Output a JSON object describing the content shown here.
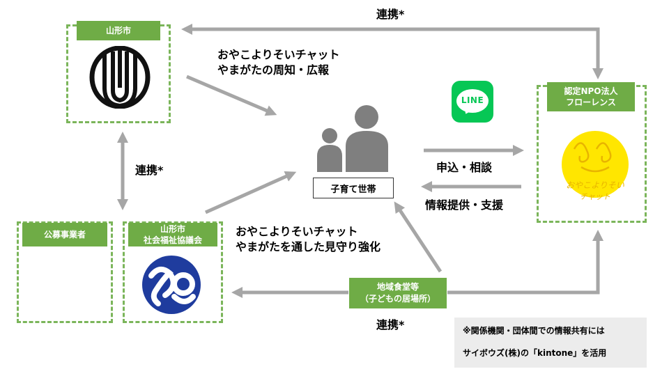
{
  "nodes": {
    "yamagata_city": "山形市",
    "npo_line1": "認定NPO法人",
    "npo_line2": "フローレンス",
    "public_offices": "公募事業者",
    "council_line1": "山形市",
    "council_line2": "社会福祉協議会",
    "household": "子育て世帯",
    "cafeteria_line1": "地域食堂等",
    "cafeteria_line2": "（子どもの居場所）"
  },
  "labels": {
    "collab_top": "連携*",
    "collab_left": "連携*",
    "collab_bottom": "連携*",
    "promo_line1": "おやこよりそいチャット",
    "promo_line2": "やまがたの周知・広報",
    "watch_line1": "おやこよりそいチャット",
    "watch_line2": "やまがたを通した見守り強化",
    "apply": "申込・相談",
    "support": "情報提供・支援"
  },
  "logos": {
    "line_text": "LINE",
    "oyako_line1": "おやこよりそい",
    "oyako_line2": "チャット"
  },
  "note": {
    "line1": "※関係機関・団体間での情報共有には",
    "line2": "サイボウズ(株)の「kintone」を活用"
  },
  "colors": {
    "green": "#6fac46",
    "dash_green": "#7bb55a",
    "arrow_gray": "#a6a6a6",
    "line_green": "#06c755",
    "oyako_yellow": "#ffe600"
  },
  "icons": [
    "yamagata-city-emblem-icon",
    "line-app-icon",
    "oyako-chat-logo-icon",
    "council-emblem-icon",
    "family-people-icon"
  ]
}
